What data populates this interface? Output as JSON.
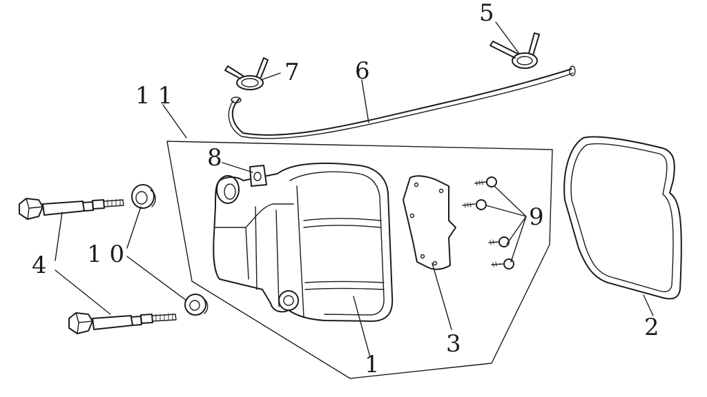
{
  "diagram": {
    "callouts": {
      "p1": "1",
      "p2": "2",
      "p3": "3",
      "p4": "4",
      "p5": "5",
      "p6": "6",
      "p7": "7",
      "p8": "8",
      "p9": "9",
      "p10": "1 0",
      "p11": "1 1"
    }
  }
}
